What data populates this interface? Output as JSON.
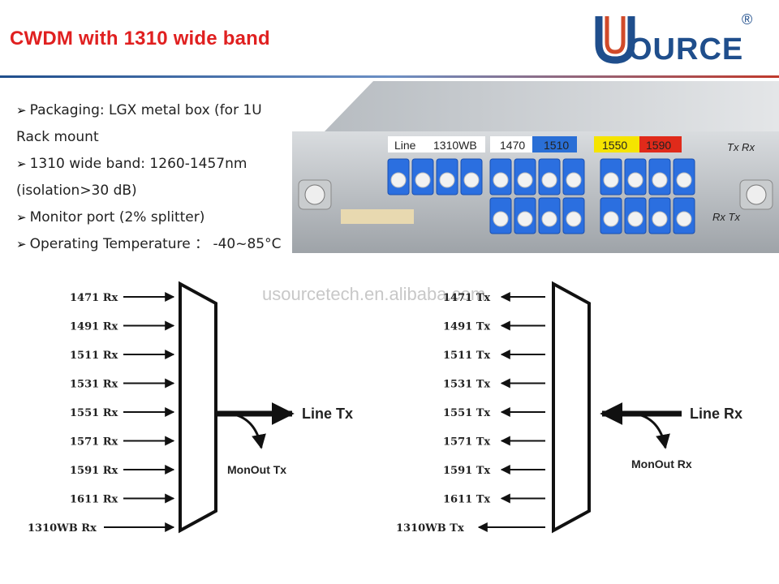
{
  "header": {
    "title": "CWDM with 1310 wide band",
    "logo_text": "OURCE",
    "logo_reg": "®"
  },
  "bullets": [
    {
      "text": "Packaging: LGX metal box  (for 1U",
      "cont": "Rack mount"
    },
    {
      "text": "1310 wide band: 1260-1457nm",
      "cont": "(isolation>30 dB)"
    },
    {
      "text": "Monitor port (2% splitter)",
      "cont": ""
    },
    {
      "text": "Operating Temperature ： -40~85°C",
      "cont": ""
    }
  ],
  "module": {
    "labels": [
      "Line",
      "1310WB",
      "1470",
      "1510",
      "1550",
      "1590"
    ],
    "label_colors": [
      "#ffffff",
      "#ffffff",
      "#ffffff",
      "#2a6fd6",
      "#f5e400",
      "#e02a1a"
    ],
    "tx_rx_top": "Tx  Rx",
    "rx_tx_bottom": "Rx  Tx"
  },
  "watermark": "usourcetech.en.alibaba.com",
  "mux": {
    "inputs": [
      "1471 Rx",
      "1491 Rx",
      "1511 Rx",
      "1531 Rx",
      "1551 Rx",
      "1571 Rx",
      "1591 Rx",
      "1611 Rx",
      "1310WB Rx"
    ],
    "line_label": "Line Tx",
    "mon_label": "MonOut Tx"
  },
  "demux": {
    "outputs": [
      "1471 Tx",
      "1491 Tx",
      "1511 Tx",
      "1531 Tx",
      "1551 Tx",
      "1571 Tx",
      "1591 Tx",
      "1611 Tx",
      "1310WB Tx"
    ],
    "line_label": "Line Rx",
    "mon_label": "MonOut Rx"
  },
  "colors": {
    "title": "#e02020",
    "logo": "#1f4e8c",
    "connector": "#2b6fe0"
  }
}
